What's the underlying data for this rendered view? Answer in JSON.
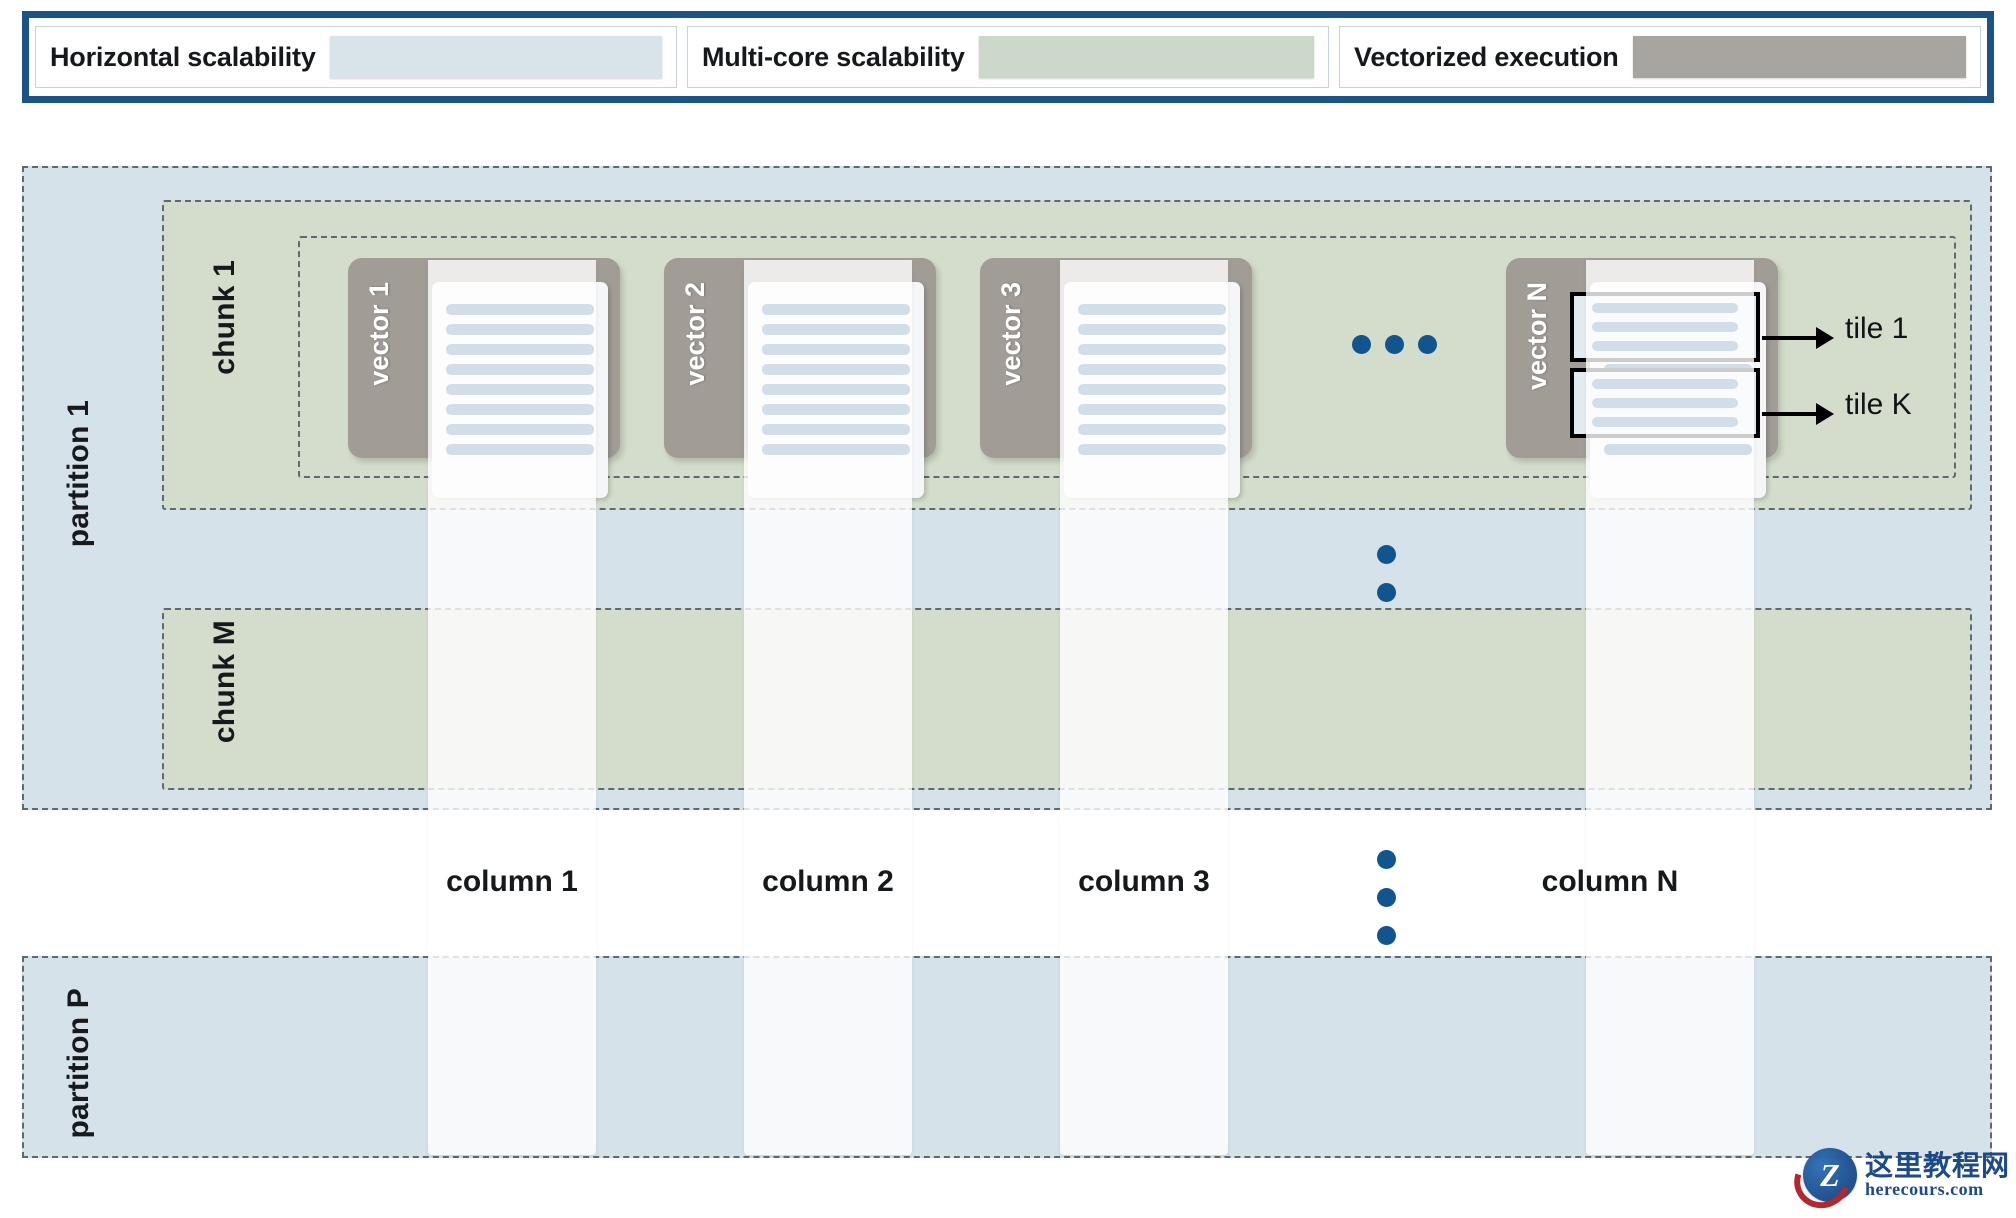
{
  "legend": {
    "items": [
      {
        "label": "Horizontal scalability",
        "color": "#d9e4ea",
        "swatch_name": "horizontal-scalability-swatch"
      },
      {
        "label": "Multi-core scalability",
        "color": "#ccd8ca",
        "swatch_name": "multi-core-scalability-swatch"
      },
      {
        "label": "Vectorized execution",
        "color": "#a8a49f",
        "swatch_name": "vectorized-execution-swatch"
      }
    ],
    "border_color": "#1b5386"
  },
  "diagram": {
    "partitions": [
      {
        "label": "partition 1"
      },
      {
        "label": "partition P"
      }
    ],
    "chunks": [
      {
        "label": "chunk 1"
      },
      {
        "label": "chunk M"
      }
    ],
    "vectors": [
      {
        "label": "vector 1",
        "bars": 8
      },
      {
        "label": "vector 2",
        "bars": 8
      },
      {
        "label": "vector 3",
        "bars": 8
      },
      {
        "label": "vector N",
        "bars": 8
      }
    ],
    "tiles": [
      {
        "label": "tile 1",
        "bars": 3
      },
      {
        "label": "tile K",
        "bars": 3
      }
    ],
    "columns": [
      {
        "label": "column 1"
      },
      {
        "label": "column 2"
      },
      {
        "label": "column 3"
      },
      {
        "label": "column N"
      }
    ],
    "ellipses": {
      "vectors": "horizontal",
      "chunks": "vertical",
      "columns": "vertical"
    },
    "colors": {
      "partition_fill": "#d5e2ea",
      "chunk_fill": "#d4ddcb",
      "vector_fill": "#a19c96",
      "bar_blue": "#1a5590",
      "dashed_border": "#5d6a72",
      "tile_border": "#000000",
      "dot_blue": "#10558e"
    }
  },
  "watermark": {
    "logo_letter": "Z",
    "chinese": "这里教程网",
    "domain": "herecours.com"
  }
}
